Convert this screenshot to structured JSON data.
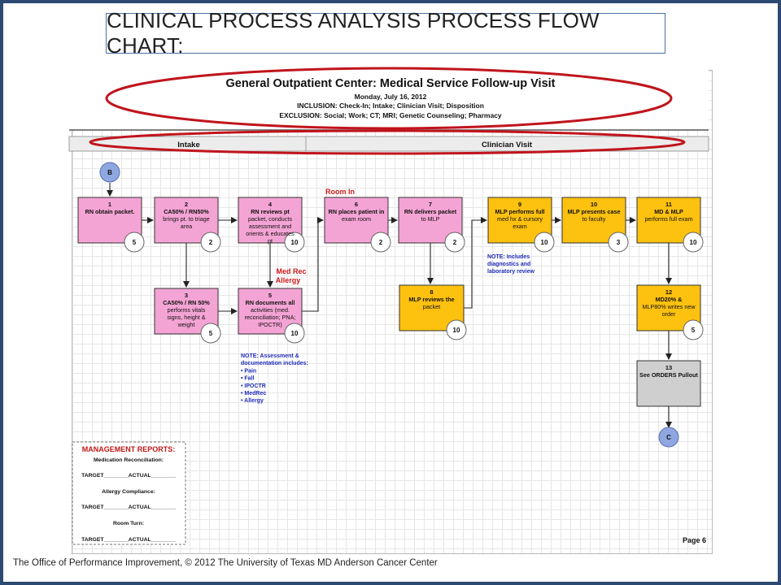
{
  "slide_title": "CLINICAL PROCESS ANALYSIS PROCESS FLOW CHART:",
  "footer": "The Office of Performance Improvement, © 2012 The University of Texas MD Anderson Cancer Center",
  "header": {
    "title": "General Outpatient Center: Medical Service Follow-up Visit",
    "date": "Monday, July 16, 2012",
    "inclusion": "INCLUSION: Check-In; Intake; Clinician Visit; Disposition",
    "exclusion": "EXCLUSION: Social; Work; CT; MRI; Genetic Counseling; Pharmacy"
  },
  "lanes": {
    "intake": "Intake",
    "clinician": "Clinician Visit"
  },
  "connectors": {
    "start": "B",
    "end": "C"
  },
  "labels": {
    "room_in": "Room In",
    "med_rec_1": "Med Rec",
    "med_rec_2": "Allergy"
  },
  "colors": {
    "pink": "#f4a4d4",
    "yellow": "#fdc10f",
    "gray": "#cfcfcf",
    "circle_blue": "#8ea7e0",
    "ellipse_red": "#c0141c",
    "note_blue": "#1f2bb8"
  },
  "steps": [
    {
      "num": "1",
      "lines": [
        "RN obtain packet."
      ],
      "time": "5"
    },
    {
      "num": "2",
      "lines": [
        "CA50% / RN50%",
        "brings pt. to triage",
        "area"
      ],
      "time": "2"
    },
    {
      "num": "3",
      "lines": [
        "CA50% / RN 50%",
        "performs vitals",
        "signs, height &",
        "weight"
      ],
      "time": "5"
    },
    {
      "num": "4",
      "lines": [
        "RN reviews pt",
        "packet, conducts",
        "assessment and",
        "orients & educates",
        "pt"
      ],
      "time": "10"
    },
    {
      "num": "5",
      "lines": [
        "RN documents all",
        "activities (med.",
        "reconciliation; PNA;",
        "IPOCTR)"
      ],
      "time": "10"
    },
    {
      "num": "6",
      "lines": [
        "RN places patient in",
        "exam room"
      ],
      "time": "2"
    },
    {
      "num": "7",
      "lines": [
        "RN delivers packet",
        "to MLP"
      ],
      "time": "2"
    },
    {
      "num": "8",
      "lines": [
        "MLP reviews the",
        "packet"
      ],
      "time": "10"
    },
    {
      "num": "9",
      "lines": [
        "MLP performs full",
        "med hx & cursory",
        "exam"
      ],
      "time": "10"
    },
    {
      "num": "10",
      "lines": [
        "MLP presents case",
        "to faculty"
      ],
      "time": "3"
    },
    {
      "num": "11",
      "lines": [
        "MD & MLP",
        "performs full exam"
      ],
      "time": "10"
    },
    {
      "num": "12",
      "lines": [
        "MD20% &",
        "MLP80% writes new",
        "order"
      ],
      "time": "5"
    },
    {
      "num": "13",
      "lines": [
        "See ORDERS Pullout"
      ],
      "time": ""
    }
  ],
  "note_diag": [
    "NOTE: Includes",
    "diagnostics and",
    "laboratory review"
  ],
  "note_assess": [
    "NOTE: Assessment &",
    "documentation includes:",
    "• Pain",
    "• Fall",
    "• IPOCTR",
    "• MedRec",
    "• Allergy"
  ],
  "mgmt": {
    "title": "MANAGEMENT REPORTS:",
    "rows": [
      "Medication Reconciliation:",
      "TARGET________ACTUAL________",
      "Allergy Compliance:",
      "TARGET________ACTUAL________",
      "Room Turn:",
      "TARGET________ACTUAL________"
    ]
  },
  "page_label": "Page 6"
}
